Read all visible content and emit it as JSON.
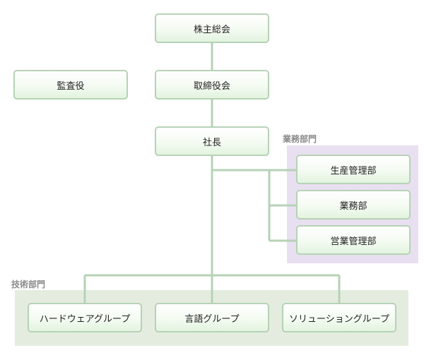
{
  "org": {
    "shareholders": "株主総会",
    "auditor": "監査役",
    "board": "取締役会",
    "president": "社長",
    "business_division": {
      "label": "業務部門",
      "departments": [
        "生産管理部",
        "業務部",
        "営業管理部"
      ]
    },
    "tech_division": {
      "label": "技術部門",
      "groups": [
        "ハードウェアグループ",
        "言語グループ",
        "ソリューショングループ"
      ]
    }
  },
  "colors": {
    "connector": "#b6d2b6",
    "node_border": "#b6d2b6",
    "business_region": "#e8e0f0",
    "tech_region": "#e4ece0",
    "region_label": "#8a8a8a"
  }
}
